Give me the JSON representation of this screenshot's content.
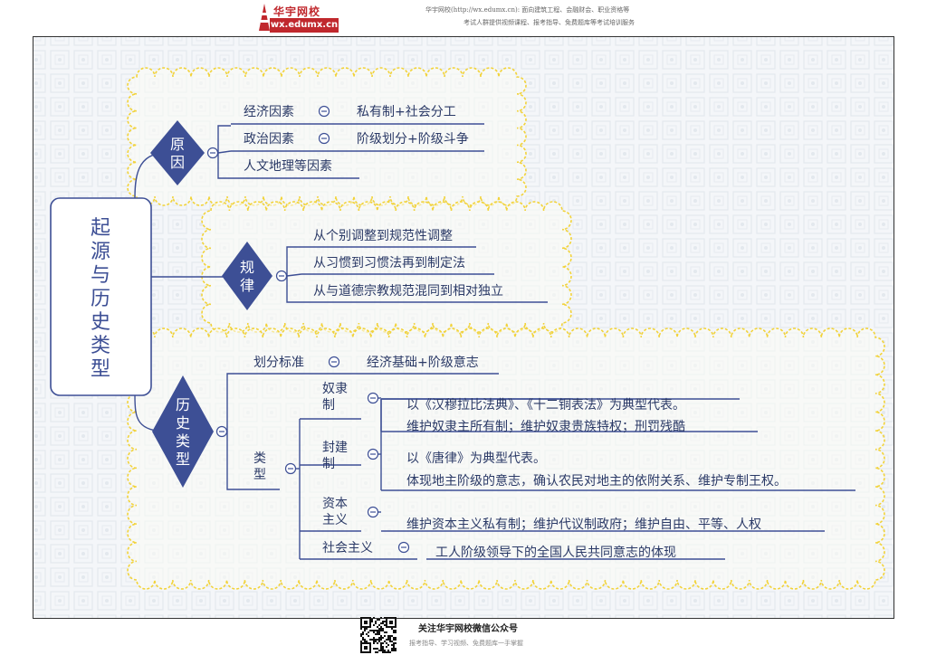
{
  "header": {
    "logo_cn": "华宇网校",
    "logo_url": "wx.edumx.cn",
    "line1": "华宇网校(http://wx.edumx.cn):  面向建筑工程、会融财会、职业资格等",
    "line2": "考试人群提供视频课程、报考指导、免费题库等考试培训服务"
  },
  "mindmap": {
    "root": "起源与历史类型",
    "causes": {
      "label": [
        "原",
        "因"
      ],
      "items": [
        {
          "name": "经济因素",
          "detail": "私有制+社会分工"
        },
        {
          "name": "政治因素",
          "detail": "阶级划分+阶级斗争"
        },
        {
          "name": "人文地理等因素"
        }
      ]
    },
    "laws": {
      "label": [
        "规",
        "律"
      ],
      "items": [
        "从个别调整到规范性调整",
        "从习惯到习惯法再到制定法",
        "从与道德宗教规范混同到相对独立"
      ]
    },
    "history": {
      "label": [
        "历",
        "史",
        "类",
        "型"
      ],
      "criterion": {
        "name": "划分标准",
        "detail": "经济基础+阶级意志"
      },
      "types_label": [
        "类",
        "型"
      ],
      "types": [
        {
          "name": [
            "奴隶",
            "制"
          ],
          "details": [
            "以《汉穆拉比法典》、《十二铜表法》为典型代表。",
            "维护奴隶主所有制；维护奴隶贵族特权；刑罚残酷"
          ]
        },
        {
          "name": [
            "封建",
            "制"
          ],
          "details": [
            "以《唐律》为典型代表。",
            "体现地主阶级的意志，确认农民对地主的依附关系、维护专制王权。"
          ]
        },
        {
          "name": [
            "资本",
            "主义"
          ],
          "details": [
            "维护资本主义私有制；维护代议制政府；维护自由、平等、人权"
          ]
        },
        {
          "name": [
            "社会主义"
          ],
          "details": [
            "工人阶级领导下的全国人民共同意志的体现"
          ]
        }
      ]
    }
  },
  "footer": {
    "title": "关注华宇网校微信公众号",
    "subtitle": "报考指导、学习视频、免费题库一手掌握"
  },
  "colors": {
    "line": "#3d4f95",
    "node": "#3d4f95",
    "cloud": "#f2d33a",
    "bg_pattern": "#e6ebf0"
  }
}
